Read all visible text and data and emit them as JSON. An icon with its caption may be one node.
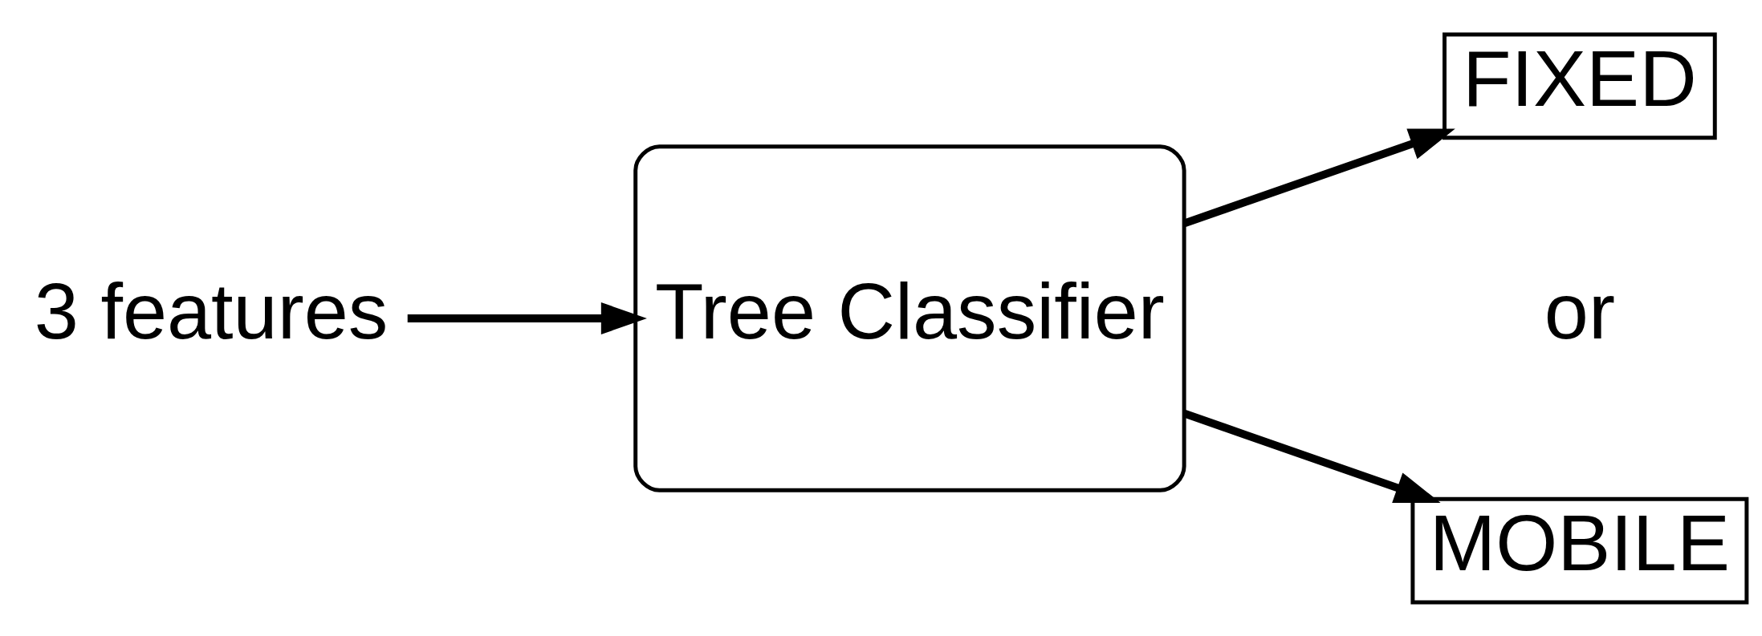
{
  "diagram": {
    "nodes": [
      {
        "text": [
          "3 features"
        ]
      },
      {
        "text": [
          "Tree Classifier"
        ]
      },
      {
        "text": [
          "FIXED"
        ]
      },
      {
        "text": [
          "MOBILE"
        ]
      }
    ],
    "edges": [
      {
        "from": 0,
        "to": 1,
        "arrow": "to"
      },
      {
        "from": 1,
        "to": 2,
        "arrow": "to"
      },
      {
        "from": 1,
        "to": 3,
        "arrow": "to"
      }
    ],
    "labels": [
      "or"
    ]
  }
}
